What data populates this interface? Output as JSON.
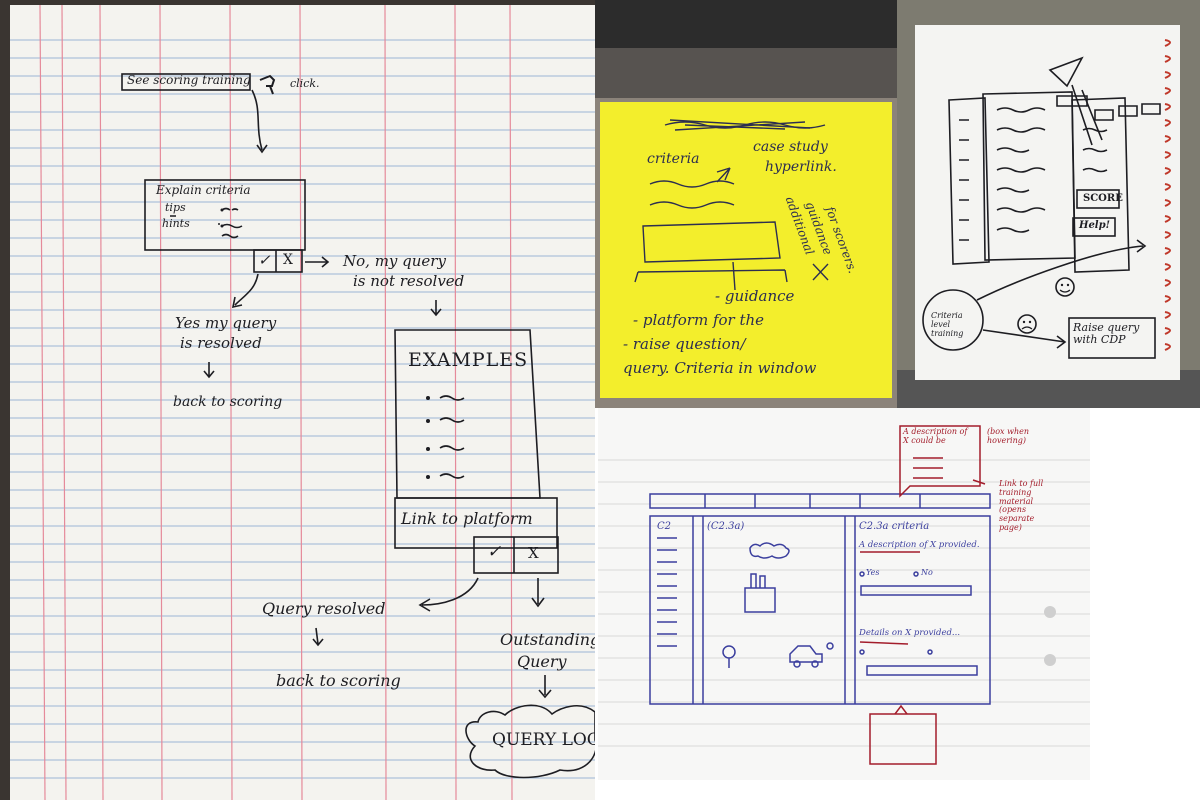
{
  "sketch1": {
    "see_training": "See scoring training",
    "click_note": "click.",
    "explain_title": "Explain criteria",
    "tips": "tips",
    "hints": "hints",
    "check_mark": "✓",
    "cross_mark": "X",
    "no_resolved_1": "No, my query",
    "no_resolved_2": "is not resolved",
    "yes_resolved_1": "Yes my query",
    "yes_resolved_2": "is resolved",
    "back_scoring_1": "back to scoring",
    "examples_title": "EXAMPLES",
    "link_platform": "Link to platform",
    "query_resolved": "Query resolved",
    "back_scoring_2": "back to scoring",
    "outstanding_1": "Outstanding",
    "outstanding_2": "Query",
    "query_log": "QUERY LOG"
  },
  "sticky": {
    "criteria": "criteria",
    "case_study": "case study",
    "hyperlink": "hyperlink.",
    "additional": "additional",
    "guidance": "guidance",
    "for_scorers": "for scorers.",
    "guidance_note": "- guidance",
    "platform": "- platform for the",
    "raise": "- raise question/",
    "query": "query. Criteria in window"
  },
  "sketch3": {
    "score_btn": "SCORE",
    "help_btn": "Help!",
    "criteria_training": "Criteria level training",
    "raise_query": "Raise query with CDP"
  },
  "sketch4": {
    "tooltip_title": "A description of X could be",
    "hover_note": "(box when hovering)",
    "link_note": "Link to full training material (opens separate page)",
    "left_col": "C2",
    "mid_title": "(C2.3a)",
    "right_title": "C2.3a criteria",
    "q1": "A description of X provided.",
    "yes": "Yes",
    "no": "No",
    "q2": "Details on X provided..."
  },
  "colors": {
    "ink": "#1d1d22",
    "sticky": "#f3ee2c",
    "red_margin": "#e58a9a",
    "blue_line": "#9bb6d6",
    "pen_blue": "#3b3f9e",
    "pen_red": "#a31d2b"
  }
}
